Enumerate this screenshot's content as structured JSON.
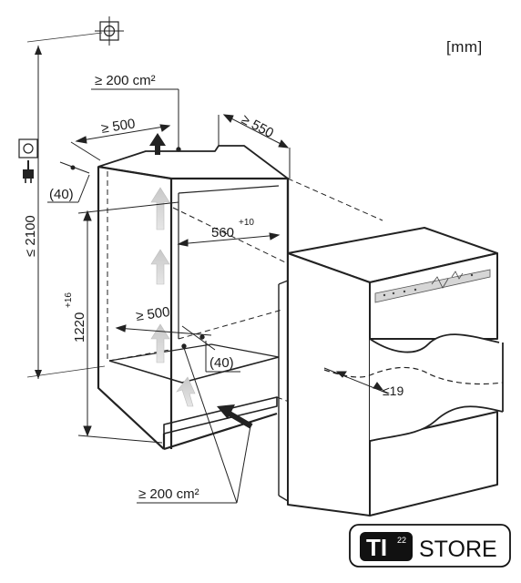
{
  "units": "[mm]",
  "top_vent": {
    "label": "≥ 200 cm²"
  },
  "bottom_vent": {
    "label": "≥ 200 cm²"
  },
  "dimensions": {
    "depth_top": "≥ 500",
    "depth_top_side": "≥ 550",
    "offset_top": "(40)",
    "inner_width": "560",
    "inner_width_tol": "+10",
    "inner_height": "1220",
    "inner_height_tol": "+16",
    "floor_depth": "≥ 500",
    "floor_offset": "(40)",
    "total_height": "≤ 2100",
    "door_gap": "≤19"
  },
  "brand": {
    "mark": "TI",
    "mark_sup": "22",
    "name": "STORE"
  },
  "icons": [
    "target-icon",
    "power-socket-icon",
    "power-plug-icon",
    "airflow-arrow-icon",
    "logo-icon"
  ]
}
